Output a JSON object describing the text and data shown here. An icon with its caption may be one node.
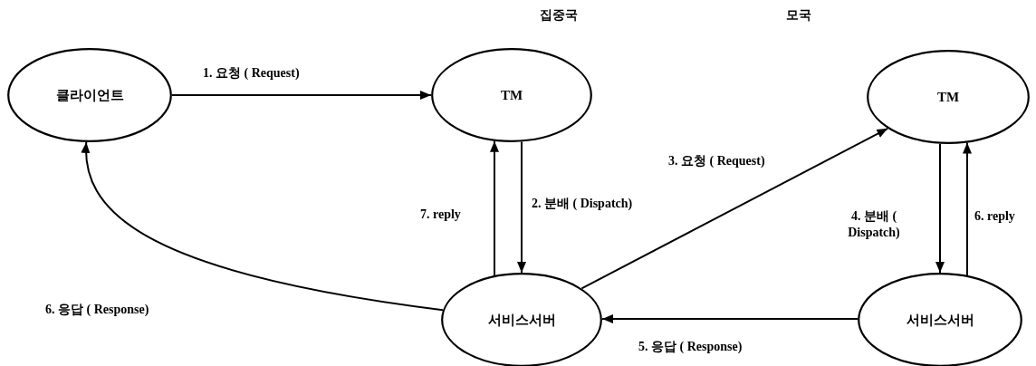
{
  "diagram": {
    "nodes": [
      {
        "text": [
          "클라이언트"
        ]
      },
      {
        "text": [
          "TM"
        ]
      },
      {
        "text": [
          "TM"
        ]
      },
      {
        "text": [
          "서비스서버"
        ]
      },
      {
        "text": [
          "서비스서버"
        ]
      }
    ],
    "edges": [
      {
        "from": 0,
        "to": 1,
        "arrow": "to",
        "label": "1. 요청 ( Request)"
      },
      {
        "from": 1,
        "to": 3,
        "arrow": "to",
        "label": "2. 분배 ( Dispatch)"
      },
      {
        "from": 3,
        "to": 2,
        "arrow": "to",
        "label": "3. 요청 ( Request)"
      },
      {
        "from": 2,
        "to": 4,
        "arrow": "to",
        "label": "4. 분배 ( Dispatch)"
      },
      {
        "from": 4,
        "to": 3,
        "arrow": "to",
        "label": "5. 응답 ( Response)"
      },
      {
        "from": 4,
        "to": 2,
        "arrow": "to",
        "label": "6. reply"
      },
      {
        "from": 3,
        "to": 1,
        "arrow": "to",
        "label": "7. reply"
      },
      {
        "from": 3,
        "to": 0,
        "arrow": "to",
        "label": "6. 응답 ( Response)"
      }
    ],
    "labels": [
      "집중국",
      "모국"
    ]
  }
}
